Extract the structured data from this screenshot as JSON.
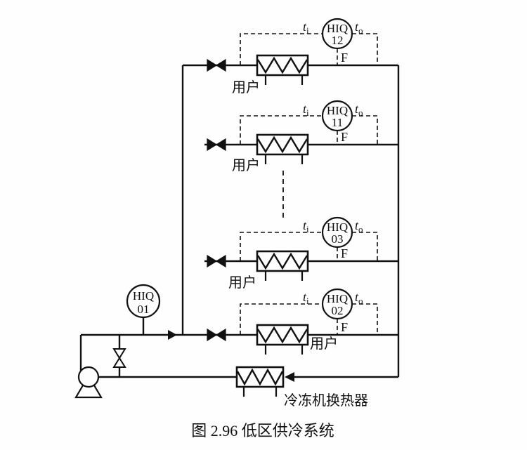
{
  "caption": "图 2.96 低区供冷系统",
  "labels": {
    "instrument": "HIQ",
    "temp_in": "t",
    "temp_in_sub": "i",
    "temp_out": "t",
    "temp_out_sub": "o",
    "flow": "F",
    "user": "用户",
    "chiller_hx": "冷冻机换热器"
  },
  "units": [
    {
      "tag": "12"
    },
    {
      "tag": "11"
    },
    {
      "tag": "03"
    },
    {
      "tag": "02"
    }
  ],
  "pump_meter_tag": "01",
  "colors": {
    "line": "#111111",
    "background": "#ffffff"
  }
}
